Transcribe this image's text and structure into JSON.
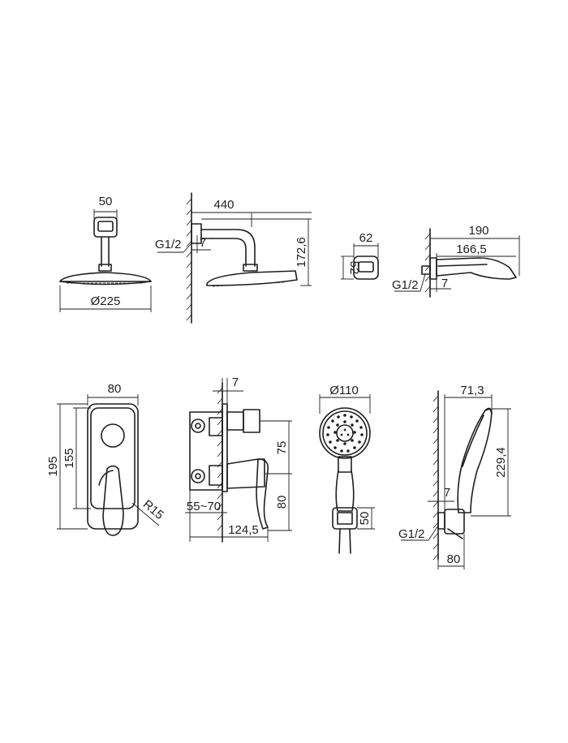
{
  "views": {
    "overhead_shower_front": {
      "width_dim": "50",
      "diameter_dim": "Ø225"
    },
    "overhead_shower_side": {
      "arm_length_dim": "440",
      "height_dim": "172,6",
      "thread_label": "G1/2",
      "thread_depth_dim": "7"
    },
    "spout_front": {
      "width_dim": "62",
      "height_dim": "52"
    },
    "spout_side": {
      "total_length_dim": "190",
      "body_length_dim": "166,5",
      "thread_label": "G1/2",
      "thread_depth_dim": "7"
    },
    "mixer_front": {
      "width_dim": "80",
      "total_height_dim": "195",
      "inner_height_dim": "155",
      "radius_dim": "R15"
    },
    "mixer_side": {
      "plate_dim": "7",
      "upper_dim": "75",
      "lower_dim": "80",
      "install_depth_dim": "55~70",
      "depth_dim": "124,5"
    },
    "hand_shower_front": {
      "diameter_dim": "Ø110",
      "holder_dim": "50"
    },
    "hand_shower_side": {
      "offset_dim": "71,3",
      "height_dim": "229,4",
      "thread_depth_dim": "7",
      "thread_label": "G1/2",
      "holder_width_dim": "80"
    }
  }
}
